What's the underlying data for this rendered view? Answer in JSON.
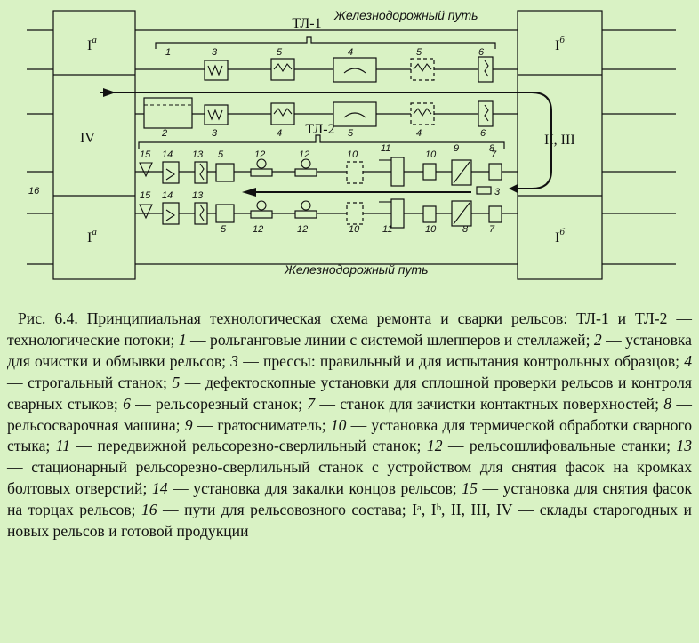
{
  "diagram": {
    "rail_top": "Железнодорожный путь",
    "rail_bottom": "Железнодорожный путь",
    "flow1": "ТЛ-1",
    "flow2": "ТЛ-2",
    "stores": {
      "left_top": "I",
      "left_top_sup": "а",
      "left_mid": "IV",
      "left_bot": "I",
      "left_bot_sup": "а",
      "right_top": "I",
      "right_top_sup": "б",
      "right_mid": "II, III",
      "right_bot": "I",
      "right_bot_sup": "б"
    },
    "labels": {
      "row1": [
        "1",
        "3",
        "5",
        "4",
        "5",
        "6"
      ],
      "row2": [
        "2",
        "3",
        "4",
        "5",
        "4",
        "6"
      ],
      "row3": [
        "15",
        "14",
        "13",
        "5",
        "12",
        "12",
        "10",
        "11",
        "10",
        "9",
        "8",
        "7"
      ],
      "row4": [
        "15",
        "14",
        "13",
        "5",
        "12",
        "12",
        "10",
        "11",
        "10",
        "8",
        "7"
      ],
      "side": "16",
      "press": "3"
    }
  },
  "caption": {
    "intro": "Рис. 6.4. Принципиальная технологическая схема ремонта и сварки рельсов: ТЛ-1 и ТЛ-2 — технологические потоки;",
    "items": [
      {
        "n": "1",
        "t": " — рольганговые линии с системой шлепперов и стеллажей;"
      },
      {
        "n": "2",
        "t": " — установка для очистки и обмывки рельсов;"
      },
      {
        "n": "3",
        "t": " — прессы: правильный и для испытания контрольных образцов;"
      },
      {
        "n": "4",
        "t": " — строгальный станок;"
      },
      {
        "n": "5",
        "t": " — дефектоскопные установки для сплошной проверки рельсов и контроля сварных стыков;"
      },
      {
        "n": "6",
        "t": " — рельсорезный станок;"
      },
      {
        "n": "7",
        "t": " — станок для зачистки контактных поверхностей;"
      },
      {
        "n": "8",
        "t": " — рельсосварочная машина;"
      },
      {
        "n": "9",
        "t": " — гратосниматель;"
      },
      {
        "n": "10",
        "t": " — установка для термической обработки сварного стыка;"
      },
      {
        "n": "11",
        "t": " — передвижной рельсорезно-сверлильный станок;"
      },
      {
        "n": "12",
        "t": " — рельсошлифовальные станки;"
      },
      {
        "n": "13",
        "t": " — стационарный рельсорезно-сверлильный станок с устройством для снятия фасок на кромках болтовых отверстий;"
      },
      {
        "n": "14",
        "t": " — установка для закалки концов рельсов;"
      },
      {
        "n": "15",
        "t": " — установка для снятия фасок на торцах рельсов;"
      },
      {
        "n": "16",
        "t": " — пути для рельсовозного состава;"
      }
    ],
    "outro": " — склады старогодных и новых рельсов и готовой продукции",
    "outro_symbols": "Iᵃ, Iᵇ, II, III, IV"
  }
}
